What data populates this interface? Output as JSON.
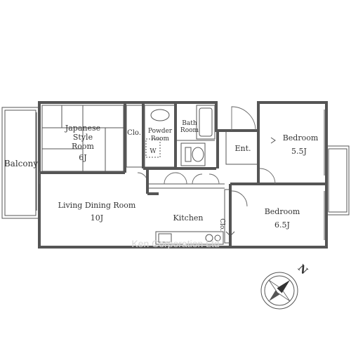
{
  "rooms": {
    "balcony": "Balcony",
    "japanese": [
      "Japanese",
      "Style",
      "Room",
      "6J"
    ],
    "closet_left": "Clo.",
    "powder": [
      "Powder",
      "Room"
    ],
    "bath": [
      "Bath",
      "Room"
    ],
    "washer": "W",
    "entrance": "Ent.",
    "bedroom1": [
      "Bedroom",
      "5.5J"
    ],
    "living": [
      "Living Dining Room",
      "10J"
    ],
    "kitchen": "Kitchen",
    "closet_mid": "Clo.",
    "bedroom2": [
      "Bedroom",
      "6.5J"
    ]
  },
  "watermark": "Ken Corporation Ltd",
  "compass_label": "N",
  "colors": {
    "wall": "#555555",
    "text": "#333333",
    "watermark": "#d8d8d8"
  }
}
